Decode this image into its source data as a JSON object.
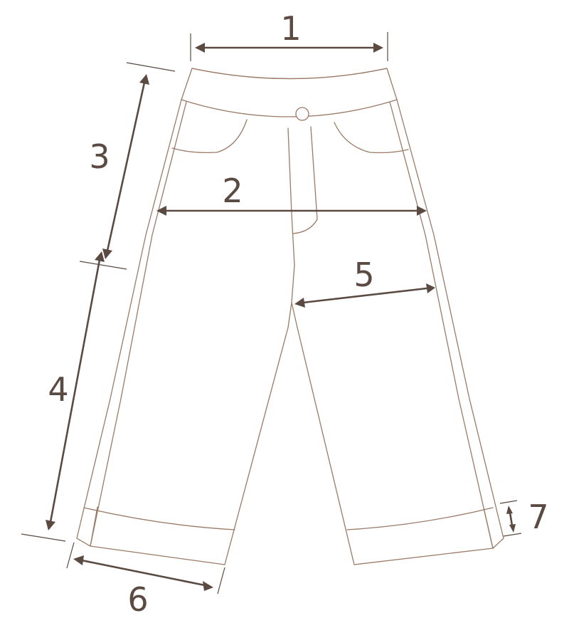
{
  "measurements": [
    {
      "id": "m1",
      "label": "1"
    },
    {
      "id": "m2",
      "label": "2"
    },
    {
      "id": "m3",
      "label": "3"
    },
    {
      "id": "m4",
      "label": "4"
    },
    {
      "id": "m5",
      "label": "5"
    },
    {
      "id": "m6",
      "label": "6"
    },
    {
      "id": "m7",
      "label": "7"
    }
  ],
  "colors": {
    "garment_outline": "#9b7a66",
    "dimension_lines": "#5a4a42",
    "background": "#ffffff"
  }
}
